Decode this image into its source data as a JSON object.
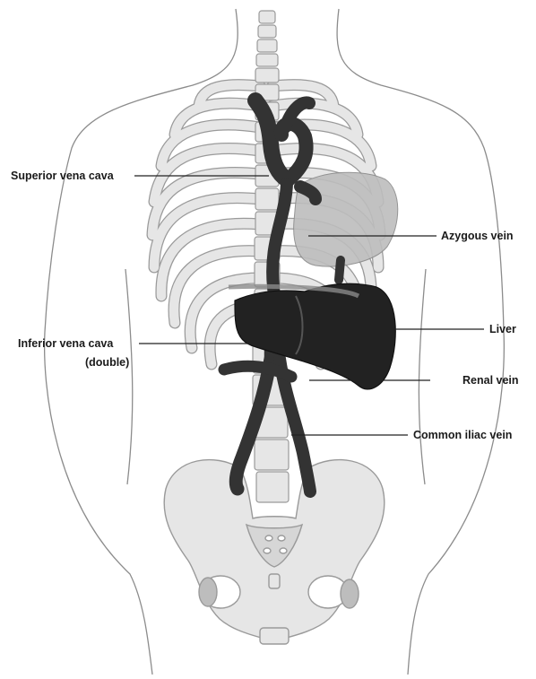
{
  "labels": {
    "superior_vena_cava": "Superior vena cava",
    "azygous_vein": "Azygous vein",
    "liver": "Liver",
    "inferior_vena_cava": "Inferior vena cava",
    "inferior_vena_cava_note": "(double)",
    "renal_vein": "Renal vein",
    "common_iliac_vein": "Common iliac vein"
  },
  "colors": {
    "bone_fill": "#e6e6e6",
    "bone_stroke": "#9a9a9a",
    "vein": "#333333",
    "liver": "#222222",
    "heart": "#bdbdbd",
    "body_outline": "#8c8c8c"
  }
}
